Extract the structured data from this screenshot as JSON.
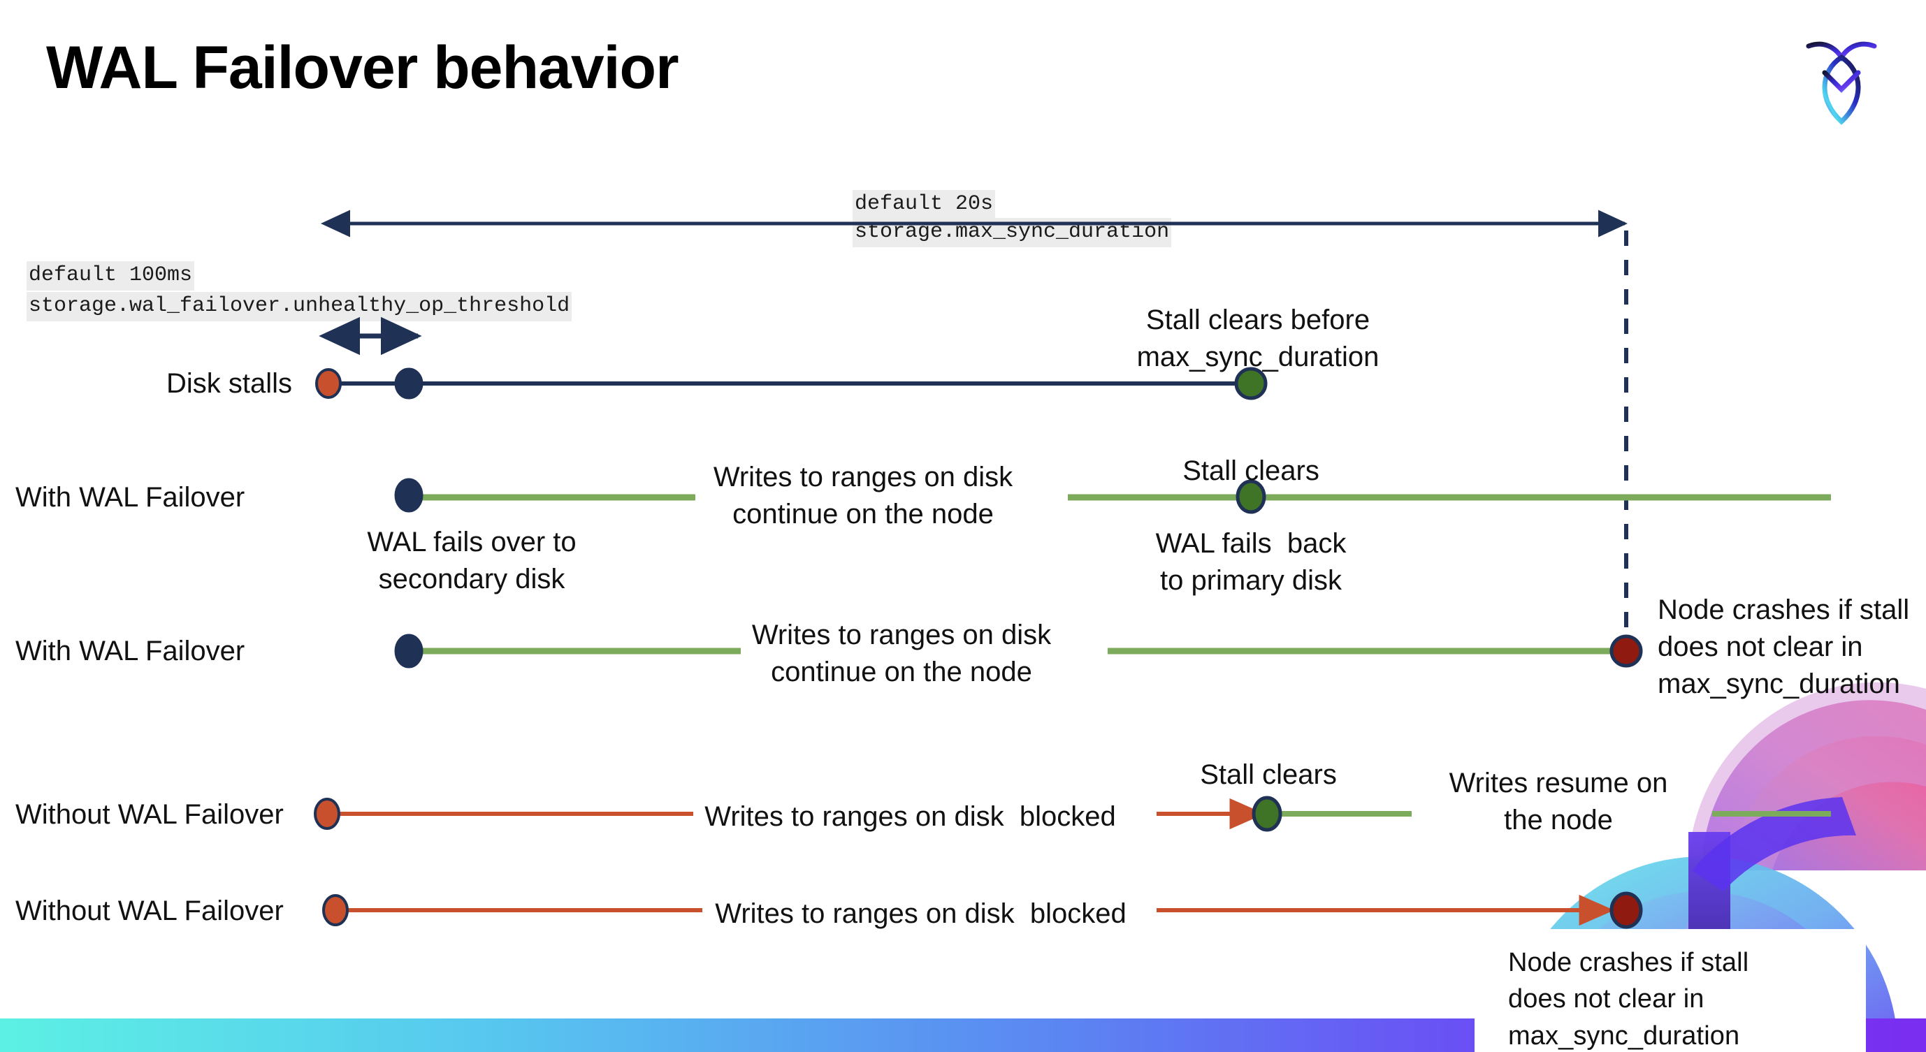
{
  "slide": {
    "title": "WAL Failover behavior",
    "logo_name": "cockroachdb-logo"
  },
  "settings": [
    {
      "id": "max-sync-duration",
      "default_line": "default 20s",
      "name_line": "storage.max_sync_duration"
    },
    {
      "id": "unhealthy-op-threshold",
      "default_line": "default 100ms",
      "name_line": "storage.wal_failover.unhealthy_op_threshold"
    }
  ],
  "rows": [
    {
      "id": "disk-stalls",
      "label": "Disk stalls"
    },
    {
      "id": "with-wal-failover-1",
      "label": "With WAL Failover"
    },
    {
      "id": "with-wal-failover-2",
      "label": "With WAL Failover"
    },
    {
      "id": "without-wal-failover-1",
      "label": "Without WAL Failover"
    },
    {
      "id": "without-wal-failover-2",
      "label": "Without WAL Failover"
    }
  ],
  "annotations": {
    "stall_clears_before_max_sync_duration": "Stall clears before\nmax_sync_duration",
    "writes_continue_1": "Writes to ranges on disk\ncontinue on the node",
    "writes_continue_2": "Writes to ranges on disk\ncontinue on the node",
    "stall_clears_row2": "Stall clears",
    "wal_fails_over": "WAL fails over to\nsecondary disk",
    "wal_fails_back": "WAL fails  back\nto primary disk",
    "node_crashes_right": "Node crashes if stall\ndoes not clear in\nmax_sync_duration",
    "writes_blocked_1": "Writes to ranges on disk  blocked",
    "writes_blocked_2": "Writes to ranges on disk  blocked",
    "stall_clears_row4": "Stall clears",
    "writes_resume": "Writes resume on\nthe node",
    "node_crashes_bottom": "Node crashes if stall\ndoes not clear in\nmax_sync_duration"
  },
  "colors": {
    "navy": "#1f3155",
    "green_line": "#7cab5c",
    "green_dot": "#3f7326",
    "orange": "#c9502c",
    "dark_red": "#8e1a10",
    "code_bg": "#ececec",
    "text": "#111111"
  }
}
